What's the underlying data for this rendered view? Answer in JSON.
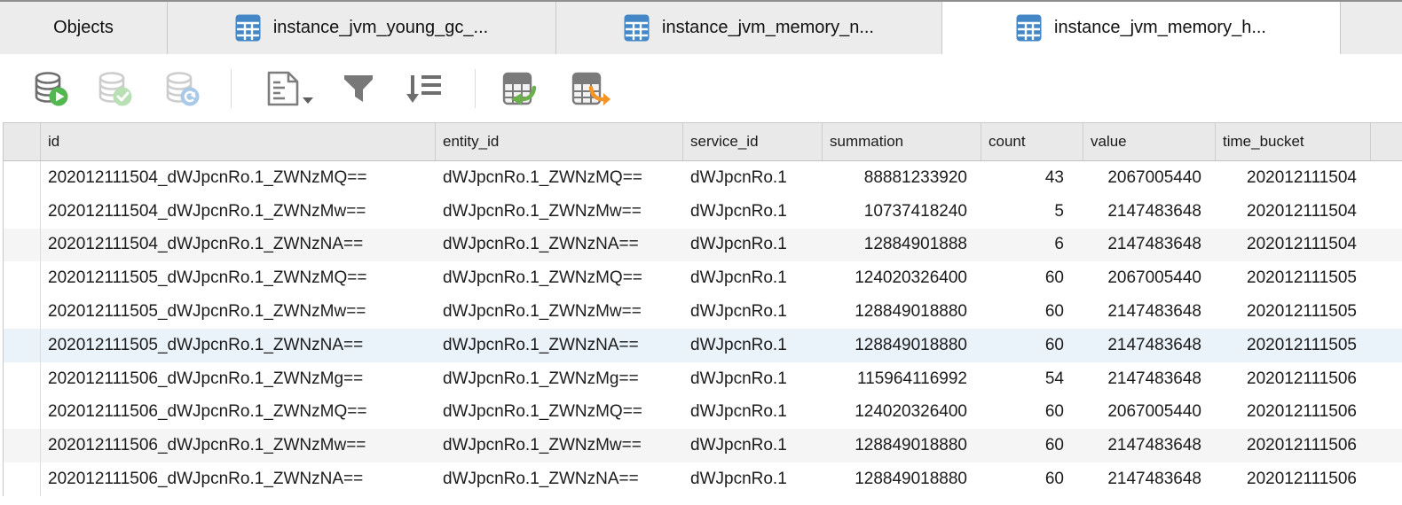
{
  "tabs": [
    {
      "label": "Objects",
      "active": false,
      "has_icon": false
    },
    {
      "label": "instance_jvm_young_gc_...",
      "active": false,
      "has_icon": true
    },
    {
      "label": "instance_jvm_memory_n...",
      "active": false,
      "has_icon": true
    },
    {
      "label": "instance_jvm_memory_h...",
      "active": true,
      "has_icon": true
    }
  ],
  "toolbar": {
    "icons": [
      "execute-query-icon",
      "commit-icon",
      "rollback-icon",
      "view-options-document-icon",
      "dropdown-caret-icon",
      "filter-icon",
      "sort-icon",
      "import-table-icon",
      "export-table-icon"
    ]
  },
  "table": {
    "columns": [
      "id",
      "entity_id",
      "service_id",
      "summation",
      "count",
      "value",
      "time_bucket"
    ],
    "rows": [
      {
        "state": "plain",
        "cells": [
          "202012111504_dWJpcnRo.1_ZWNzMQ==",
          "dWJpcnRo.1_ZWNzMQ==",
          "dWJpcnRo.1",
          "88881233920",
          "43",
          "2067005440",
          "202012111504"
        ]
      },
      {
        "state": "plain",
        "cells": [
          "202012111504_dWJpcnRo.1_ZWNzMw==",
          "dWJpcnRo.1_ZWNzMw==",
          "dWJpcnRo.1",
          "10737418240",
          "5",
          "2147483648",
          "202012111504"
        ]
      },
      {
        "state": "striped",
        "cells": [
          "202012111504_dWJpcnRo.1_ZWNzNA==",
          "dWJpcnRo.1_ZWNzNA==",
          "dWJpcnRo.1",
          "12884901888",
          "6",
          "2147483648",
          "202012111504"
        ]
      },
      {
        "state": "plain",
        "cells": [
          "202012111505_dWJpcnRo.1_ZWNzMQ==",
          "dWJpcnRo.1_ZWNzMQ==",
          "dWJpcnRo.1",
          "124020326400",
          "60",
          "2067005440",
          "202012111505"
        ]
      },
      {
        "state": "plain",
        "cells": [
          "202012111505_dWJpcnRo.1_ZWNzMw==",
          "dWJpcnRo.1_ZWNzMw==",
          "dWJpcnRo.1",
          "128849018880",
          "60",
          "2147483648",
          "202012111505"
        ]
      },
      {
        "state": "highlight",
        "cells": [
          "202012111505_dWJpcnRo.1_ZWNzNA==",
          "dWJpcnRo.1_ZWNzNA==",
          "dWJpcnRo.1",
          "128849018880",
          "60",
          "2147483648",
          "202012111505"
        ]
      },
      {
        "state": "plain",
        "cells": [
          "202012111506_dWJpcnRo.1_ZWNzMg==",
          "dWJpcnRo.1_ZWNzMg==",
          "dWJpcnRo.1",
          "115964116992",
          "54",
          "2147483648",
          "202012111506"
        ]
      },
      {
        "state": "plain",
        "cells": [
          "202012111506_dWJpcnRo.1_ZWNzMQ==",
          "dWJpcnRo.1_ZWNzMQ==",
          "dWJpcnRo.1",
          "124020326400",
          "60",
          "2067005440",
          "202012111506"
        ]
      },
      {
        "state": "striped",
        "cells": [
          "202012111506_dWJpcnRo.1_ZWNzMw==",
          "dWJpcnRo.1_ZWNzMw==",
          "dWJpcnRo.1",
          "128849018880",
          "60",
          "2147483648",
          "202012111506"
        ]
      },
      {
        "state": "plain",
        "cells": [
          "202012111506_dWJpcnRo.1_ZWNzNA==",
          "dWJpcnRo.1_ZWNzNA==",
          "dWJpcnRo.1",
          "128849018880",
          "60",
          "2147483648",
          "202012111506"
        ]
      }
    ]
  },
  "colors": {
    "tab_icon_blue": "#4387c6",
    "execute_green": "#54b64e",
    "commit_green_disabled": "#b9e0b4",
    "rollback_blue_disabled": "#a9c9e8",
    "import_arrow_green": "#6cb04b",
    "export_arrow_orange": "#f29426",
    "stripe_gray": "#f5f5f5",
    "highlight_blue": "#eaf2fa"
  }
}
